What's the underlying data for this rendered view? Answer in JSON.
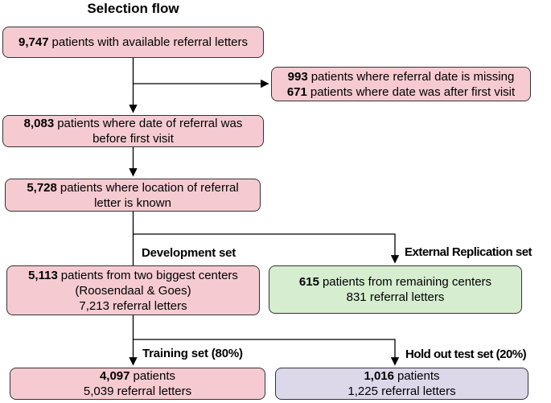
{
  "title": "Selection flow",
  "colors": {
    "pink": "#f5cbd1",
    "green": "#d6edd0",
    "purple": "#ddd7ea",
    "border": "#333333",
    "line": "#000000"
  },
  "boxes": {
    "available": {
      "lines": [
        {
          "bold": "9,747",
          "text": "patients with available referral letters"
        }
      ]
    },
    "excluded": {
      "lines": [
        {
          "bold": "993",
          "text": "patients where referral date is missing"
        },
        {
          "bold": "671",
          "text": "patients where date was after first visit"
        }
      ]
    },
    "date_before": {
      "lines": [
        {
          "bold": "8,083",
          "text": "patients where date of referral was"
        },
        {
          "bold": "",
          "text": "before first visit"
        }
      ]
    },
    "location_known": {
      "lines": [
        {
          "bold": "5,728",
          "text": "patients where location of referral"
        },
        {
          "bold": "",
          "text": "letter is known"
        }
      ]
    },
    "development": {
      "lines": [
        {
          "bold": "5,113",
          "text": "patients from two biggest centers"
        },
        {
          "bold": "",
          "text": "(Roosendaal & Goes)"
        },
        {
          "bold": "",
          "text": "7,213 referral letters"
        }
      ]
    },
    "external": {
      "lines": [
        {
          "bold": "615",
          "text": "patients from remaining centers"
        },
        {
          "bold": "",
          "text": "831 referral letters"
        }
      ]
    },
    "training": {
      "lines": [
        {
          "bold": "4,097",
          "text": "patients"
        },
        {
          "bold": "",
          "text": "5,039 referral letters"
        }
      ]
    },
    "holdout": {
      "lines": [
        {
          "bold": "1,016",
          "text": "patients"
        },
        {
          "bold": "",
          "text": "1,225 referral letters"
        }
      ]
    }
  },
  "branch_labels": {
    "development": "Development set",
    "external": "External Replication set",
    "training": "Training set (80%)",
    "holdout": "Hold out test set (20%)"
  }
}
